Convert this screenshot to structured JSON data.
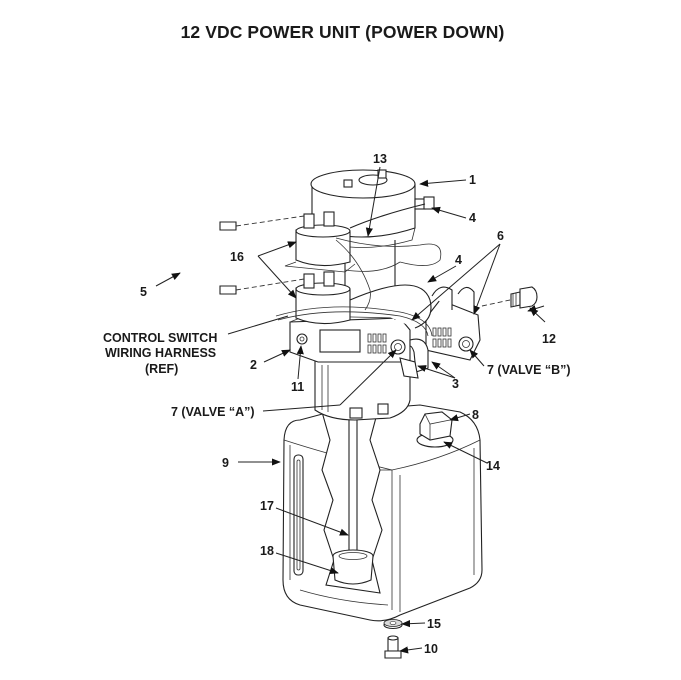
{
  "title": "12 VDC POWER UNIT (POWER DOWN)",
  "callouts": {
    "c1": "1",
    "c2": "2",
    "c3": "3",
    "c4a": "4",
    "c4b": "4",
    "c5": "5",
    "c6": "6",
    "c7a": "7 (VALVE “A”)",
    "c7b": "7 (VALVE “B”)",
    "c8": "8",
    "c9": "9",
    "c10": "10",
    "c11": "11",
    "c12": "12",
    "c13": "13",
    "c14": "14",
    "c15": "15",
    "c16": "16",
    "c17": "17",
    "c18": "18",
    "harness_line1": "CONTROL SWITCH",
    "harness_line2": "WIRING HARNESS",
    "harness_line3": "(REF)"
  }
}
